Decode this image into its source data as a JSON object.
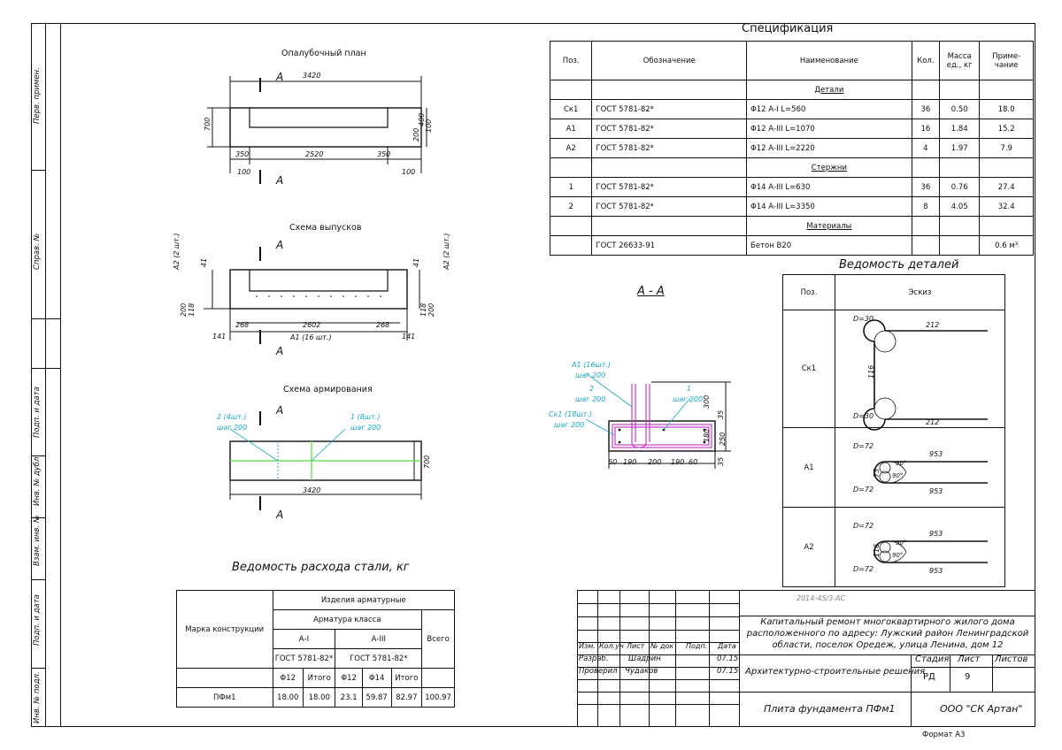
{
  "side_stamp": [
    "Перв. примен.",
    "Справ. №",
    "Подп. и дата",
    "Инв. № дубл.",
    "Взам. инв. №",
    "Подп. и дата",
    "Инв. № подл."
  ],
  "views": {
    "formwork": {
      "title": "Опалубочный план",
      "section": "А",
      "dims": {
        "overall": "3420",
        "height": "700",
        "left": "350",
        "middle": "2520",
        "right": "350",
        "off_left": "100",
        "off_right": "100",
        "r200": "200",
        "r400": "400",
        "r100": "100"
      }
    },
    "outlets": {
      "title": "Схема выпусков",
      "section": "А",
      "dims": {
        "overall": "2602",
        "left": "268",
        "right": "268",
        "off_left": "141",
        "off_right": "141",
        "bar_label": "А1 (16 шт.)",
        "a2_left": "А2 (2 шт.)",
        "a2_right": "А2 (2 шт.)",
        "d200": "200",
        "d118": "118",
        "d41": "41",
        "d200b": "200",
        "d118b": "118",
        "d41b": "41"
      }
    },
    "reinforcement": {
      "title": "Схема армирования",
      "section": "А",
      "dims": {
        "overall": "3420",
        "height": "700",
        "label_left": "2 (4шт.)",
        "label_left_step": "шаг 200",
        "label_right": "1 (8шт.)",
        "label_right_step": "шаг 200"
      }
    },
    "section_aa": {
      "title": "А - А",
      "labels": {
        "a1": "А1 (16шт.)",
        "a1_step": "шаг 200",
        "n2": "2",
        "n2_step": "шаг 200",
        "ck1": "Ск1 (18шт.)",
        "ck1_step": "шаг 200",
        "n1": "1",
        "n1_step": "шаг 200"
      },
      "dims": {
        "d60a": "60",
        "d190a": "190",
        "d200": "200",
        "d190b": "190",
        "d60b": "60",
        "d300": "300",
        "d35a": "35",
        "d180": "180",
        "d250": "250",
        "d35b": "35"
      }
    }
  },
  "spec": {
    "title": "Спецификация",
    "headers": [
      "Поз.",
      "Обозначение",
      "Наименование",
      "Кол.",
      "Масса ед., кг",
      "Приме- чание"
    ],
    "sections": [
      {
        "name": "Детали",
        "rows": [
          {
            "pos": "Ск1",
            "doc": "ГОСТ 5781-82*",
            "name": "Φ12 А-I L=560",
            "qty": "36",
            "mass": "0.50",
            "note": "18.0"
          },
          {
            "pos": "А1",
            "doc": "ГОСТ 5781-82*",
            "name": "Φ12 А-III L=1070",
            "qty": "16",
            "mass": "1.84",
            "note": "15.2"
          },
          {
            "pos": "А2",
            "doc": "ГОСТ 5781-82*",
            "name": "Φ12 А-III L=2220",
            "qty": "4",
            "mass": "1.97",
            "note": "7.9"
          }
        ]
      },
      {
        "name": "Стержни",
        "rows": [
          {
            "pos": "1",
            "doc": "ГОСТ 5781-82*",
            "name": "Φ14 А-III L=630",
            "qty": "36",
            "mass": "0.76",
            "note": "27.4"
          },
          {
            "pos": "2",
            "doc": "ГОСТ 5781-82*",
            "name": "Φ14 А-III L=3350",
            "qty": "8",
            "mass": "4.05",
            "note": "32.4"
          }
        ]
      },
      {
        "name": "Материалы",
        "rows": [
          {
            "pos": "",
            "doc": "ГОСТ 26633-91",
            "name": "Бетон В20",
            "qty": "",
            "mass": "",
            "note": "0.6 м³"
          }
        ]
      }
    ]
  },
  "parts": {
    "title": "Ведомость деталей",
    "headers": [
      "Поз.",
      "Эскиз"
    ],
    "rows": [
      {
        "pos": "Ск1",
        "d_top": "D=30",
        "d_bot": "D=30",
        "len_top": "212",
        "len_bot": "212",
        "vert": "116"
      },
      {
        "pos": "А1",
        "d_top": "D=72",
        "d_bot": "D=72",
        "len_top": "953",
        "len_bot": "953",
        "vert": "75",
        "ang1": "90°",
        "ang2": "90°"
      },
      {
        "pos": "А2",
        "d_top": "D=72",
        "d_bot": "D=72",
        "len_top": "953",
        "len_bot": "953",
        "vert": "116",
        "ang1": "90°",
        "ang2": "90°"
      }
    ]
  },
  "steel": {
    "title": "Ведомость расхода стали, кг",
    "h_mark": "Марка конструкции",
    "h_items": "Изделия арматурные",
    "h_class": "Арматура класса",
    "h_a1": "А-I",
    "h_a3": "А-III",
    "h_gost1": "ГОСТ 5781-82*",
    "h_gost2": "ГОСТ 5781-82*",
    "h_total": "Всего",
    "h_cols": [
      "Φ12",
      "Итого",
      "Φ12",
      "Φ14",
      "Итого"
    ],
    "row": {
      "mark": "ПФм1",
      "v": [
        "18.00",
        "18.00",
        "23.1",
        "59.87",
        "82.97"
      ],
      "total": "100.97"
    }
  },
  "title_block": {
    "code": "2014-45/3-АС",
    "object": "Капитальный ремонт многоквартирного жилого дома расположенного по адресу: Лужский район Ленинградской области, поселок Оредеж, улица Ленина, дом 12",
    "headers": [
      "Изм.",
      "Кол.уч",
      "Лист",
      "№ док",
      "Подп.",
      "Дата"
    ],
    "people": [
      {
        "role": "Разраб.",
        "name": "Шадрин",
        "date": "07.15"
      },
      {
        "role": "Проверил",
        "name": "Чудаков",
        "date": "07.15"
      }
    ],
    "section": "Архитектурно-строительные решения",
    "stage_h": "Стадия",
    "sheet_h": "Лист",
    "sheets_h": "Листов",
    "stage": "РД",
    "sheet": "9",
    "drawing": "Плита фундамента ПФм1",
    "company": "ООО \"СК Артан\""
  },
  "format": "Формат А3"
}
